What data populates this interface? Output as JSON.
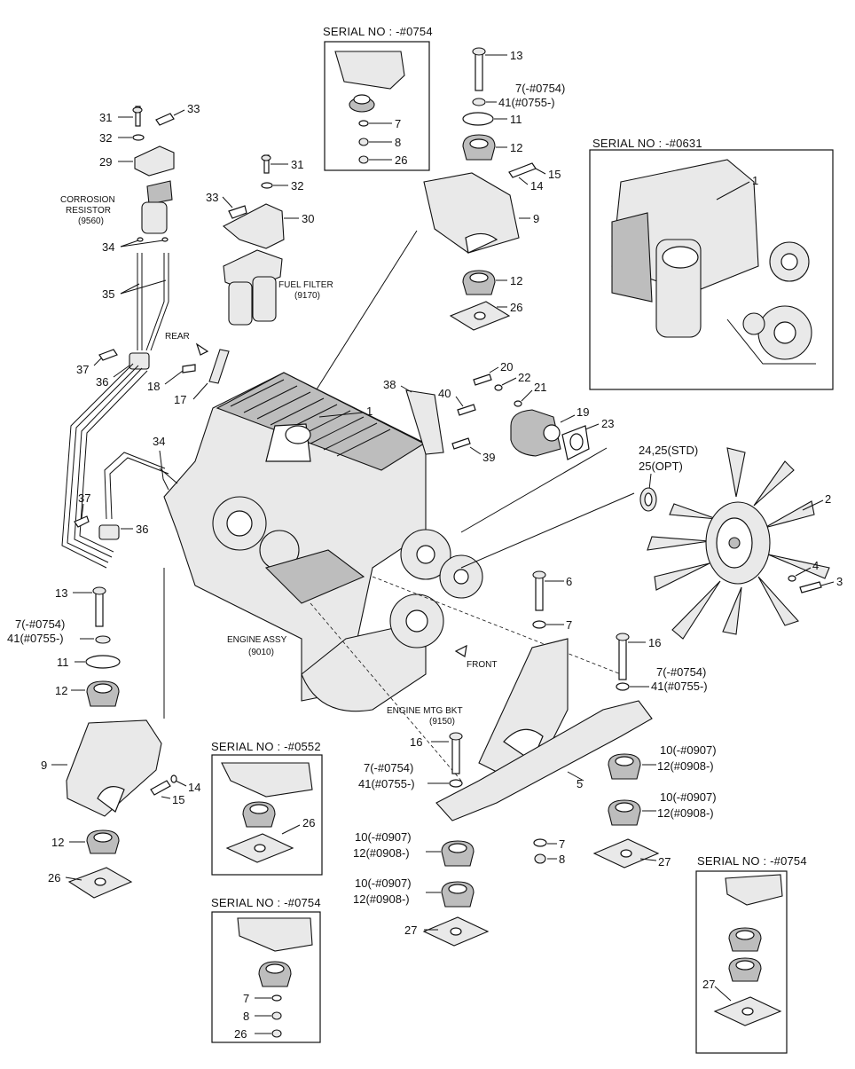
{
  "header": {
    "serial_top": "SERIAL NO : -#0754",
    "serial_engine": "SERIAL NO : -#0631",
    "serial_mid_left": "SERIAL NO : -#0552",
    "serial_bottom_left": "SERIAL NO : -#0754",
    "serial_bottom_right": "SERIAL NO : -#0754"
  },
  "labels": {
    "corrosion_resistor_1": "CORROSION",
    "corrosion_resistor_2": "RESISTOR",
    "corrosion_resistor_code": "(9560)",
    "fuel_filter": "FUEL FILTER",
    "fuel_filter_code": "(9170)",
    "rear": "REAR",
    "front": "FRONT",
    "engine_assy": "ENGINE ASSY",
    "engine_assy_code": "(9010)",
    "engine_mtg_bkt": "ENGINE MTG BKT",
    "engine_mtg_bkt_code": "(9150)",
    "fan_std": "24,25(STD)",
    "fan_opt": "25(OPT)"
  },
  "callouts": {
    "c1": "1",
    "c2": "2",
    "c3": "3",
    "c4": "4",
    "c5": "5",
    "c6": "6",
    "c7": "7",
    "c8": "8",
    "c9": "9",
    "c11": "11",
    "c12": "12",
    "c13": "13",
    "c14": "14",
    "c15": "15",
    "c16": "16",
    "c17": "17",
    "c18": "18",
    "c19": "19",
    "c20": "20",
    "c21": "21",
    "c22": "22",
    "c23": "23",
    "c26": "26",
    "c27": "27",
    "c29": "29",
    "c30": "30",
    "c31": "31",
    "c32": "32",
    "c33": "33",
    "c34": "34",
    "c35": "35",
    "c36": "36",
    "c37": "37",
    "c38": "38",
    "c39": "39",
    "c40": "40",
    "c41": "41",
    "r7_0754": "7(-#0754)",
    "r41_0755": "41(#0755-)",
    "r10_0907": "10(-#0907)",
    "r12_0908": "12(#0908-)"
  }
}
